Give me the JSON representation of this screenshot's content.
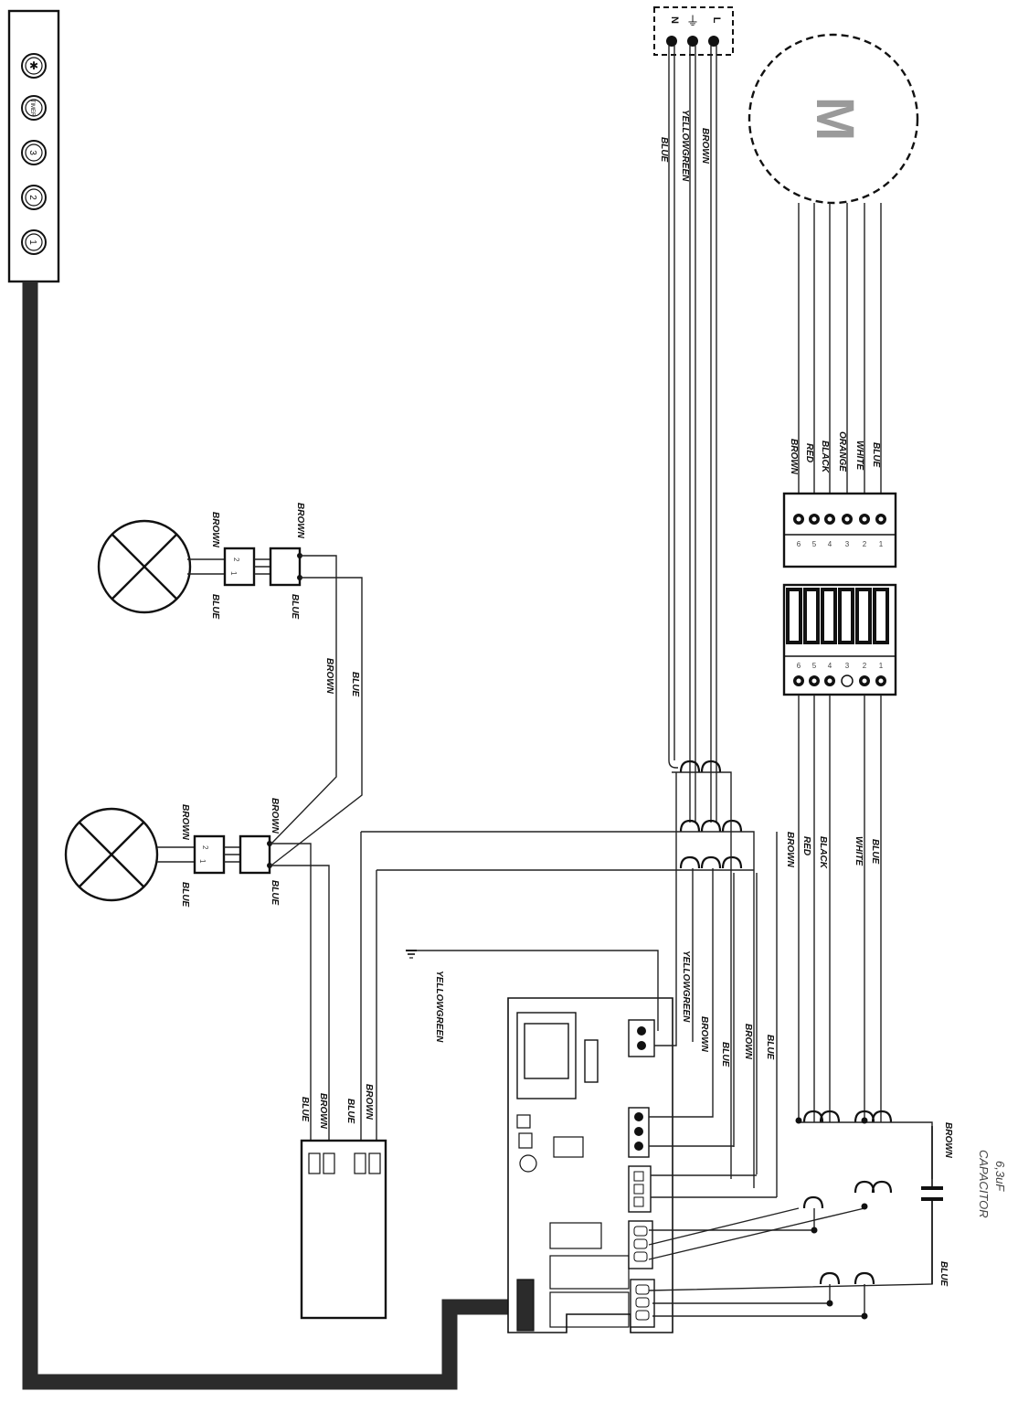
{
  "motor": {
    "symbol": "M"
  },
  "supply_terminals": [
    "N",
    "L"
  ],
  "supply_wires": {
    "n": "BLUE",
    "earth": "YELLOWGREEN",
    "l": "BROWN"
  },
  "motor_wires": [
    "BROWN",
    "RED",
    "BLACK",
    "ORANGE",
    "WHITE",
    "BLUE"
  ],
  "motor_plug_pins": [
    "6",
    "5",
    "4",
    "3",
    "2",
    "1"
  ],
  "socket_pins": [
    "6",
    "5",
    "4",
    "3",
    "2",
    "1"
  ],
  "motor_run_wires": [
    "BROWN",
    "RED",
    "BLACK",
    "WHITE",
    "BLUE"
  ],
  "lamps": {
    "lamp1": {
      "in_left": "BLUE",
      "in_right": "BROWN",
      "out_left": "BLUE",
      "out_right": "BROWN"
    },
    "lamp2": {
      "in_left": "BLUE",
      "in_right": "BROWN",
      "out_left": "BLUE",
      "out_right": "BROWN"
    },
    "link_wires": [
      "BROWN",
      "BLUE"
    ],
    "pins": [
      "1",
      "2"
    ]
  },
  "driver_wires": [
    "BLUE",
    "BROWN",
    "BLUE",
    "BROWN"
  ],
  "board_wires": {
    "earth": "YELLOWGREEN",
    "earth2": "YELLOWGREEN",
    "a": "BROWN",
    "b": "BLUE",
    "c": "BROWN",
    "d": "BLUE"
  },
  "capacitor": {
    "title": "CAPACITOR",
    "value": "6,3uF",
    "wire_top": "BROWN",
    "wire_bottom": "BLUE"
  },
  "control_buttons": [
    "light-icon",
    "timer-icon",
    "3",
    "2",
    "1"
  ],
  "colors": {
    "line": "#111111",
    "cable": "#2b2b2b",
    "background": "#ffffff",
    "motor_letter": "#999999"
  }
}
